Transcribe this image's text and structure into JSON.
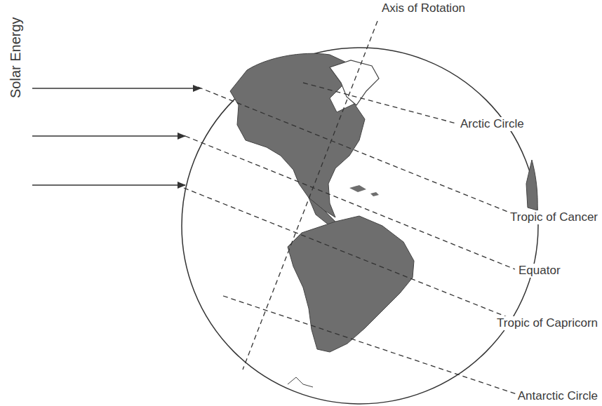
{
  "diagram": {
    "labels": [
      "Axis of Rotation",
      "Solar Energy",
      "Arctic Circle",
      "Tropic of Cancer",
      "Equator",
      "Tropic of Capricorn",
      "Antarctic Circle"
    ]
  }
}
